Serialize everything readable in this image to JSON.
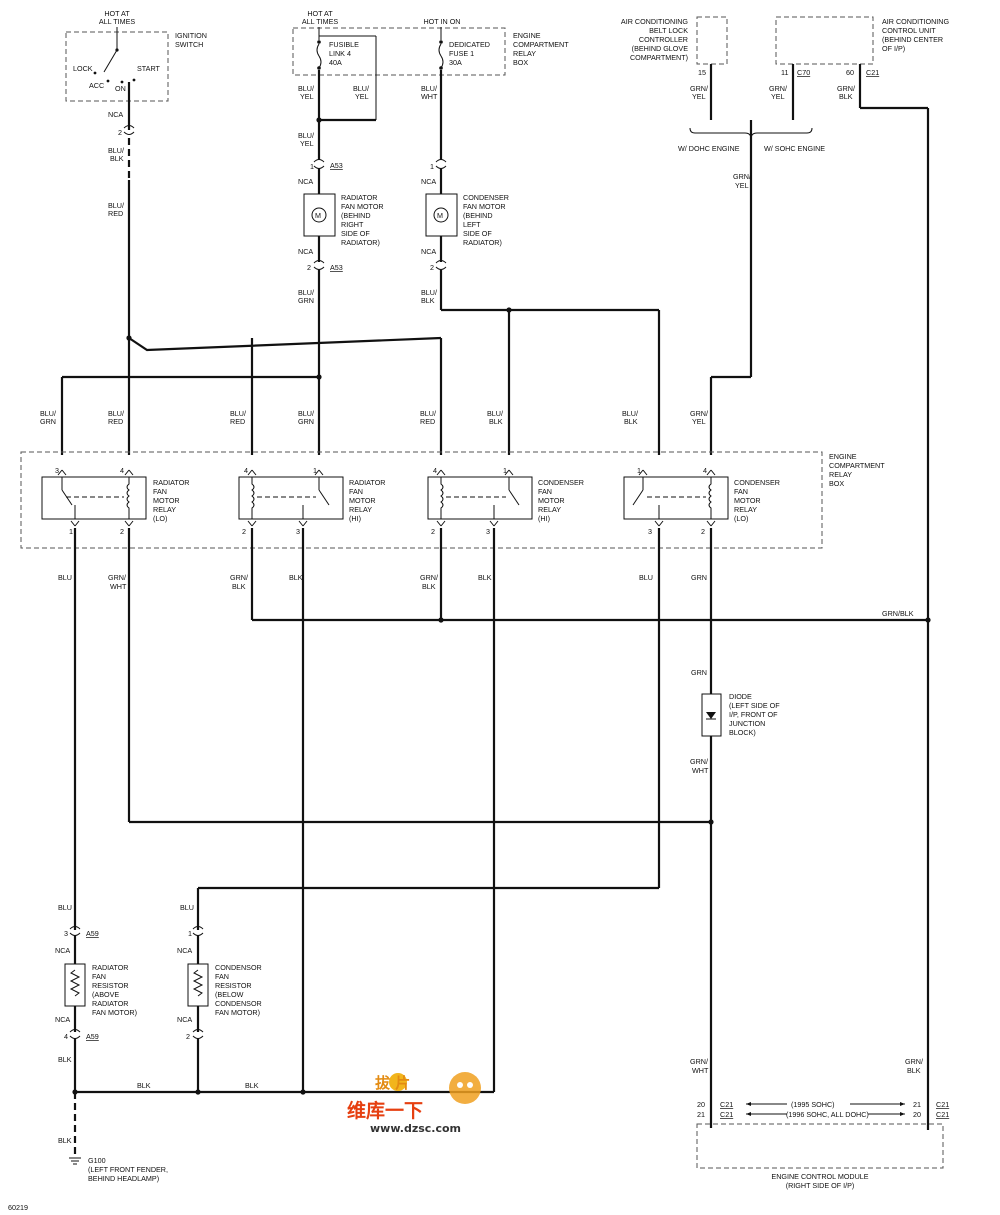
{
  "figure_id": "60219",
  "ignition": {
    "hot": [
      "HOT AT",
      "ALL TIMES"
    ],
    "name": [
      "IGNITION",
      "SWITCH"
    ],
    "lock": "LOCK",
    "acc": "ACC",
    "on": "ON",
    "start": "START"
  },
  "relay_box_top": {
    "hot_all": [
      "HOT AT",
      "ALL TIMES"
    ],
    "hot_on": "HOT IN ON",
    "fusible": [
      "FUSIBLE",
      "LINK 4",
      "40A"
    ],
    "fuse": [
      "DEDICATED",
      "FUSE 1",
      "30A"
    ],
    "name": [
      "ENGINE",
      "COMPARTMENT",
      "RELAY",
      "BOX"
    ]
  },
  "ac_belt": [
    "AIR CONDITIONING",
    "BELT LOCK",
    "CONTROLLER",
    "(BEHIND GLOVE",
    "COMPARTMENT)"
  ],
  "ac_ctrl": [
    "AIR CONDITIONING",
    "CONTROL UNIT",
    "(BEHIND CENTER",
    "OF I/P)"
  ],
  "engine_labels": {
    "dohc": "W/ DOHC ENGINE",
    "sohc": "W/ SOHC ENGINE"
  },
  "rad_motor": [
    "RADIATOR",
    "FAN MOTOR",
    "(BEHIND",
    "RIGHT",
    "SIDE OF",
    "RADIATOR)"
  ],
  "cond_motor": [
    "CONDENSER",
    "FAN MOTOR",
    "(BEHIND",
    "LEFT",
    "SIDE OF",
    "RADIATOR)"
  ],
  "relays": [
    {
      "name": [
        "RADIATOR",
        "FAN",
        "MOTOR",
        "RELAY",
        "(LO)"
      ]
    },
    {
      "name": [
        "RADIATOR",
        "FAN",
        "MOTOR",
        "RELAY",
        "(HI)"
      ]
    },
    {
      "name": [
        "CONDENSER",
        "FAN",
        "MOTOR",
        "RELAY",
        "(HI)"
      ]
    },
    {
      "name": [
        "CONDENSER",
        "FAN",
        "MOTOR",
        "RELAY",
        "(LO)"
      ]
    }
  ],
  "relay_box_mid": [
    "ENGINE",
    "COMPARTMENT",
    "RELAY",
    "BOX"
  ],
  "diode": [
    "DIODE",
    "(LEFT SIDE OF",
    "I/P, FRONT OF",
    "JUNCTION",
    "BLOCK)"
  ],
  "rad_resistor": [
    "RADIATOR",
    "FAN",
    "RESISTOR",
    "(ABOVE",
    "RADIATOR",
    "FAN MOTOR)"
  ],
  "cond_resistor": [
    "CONDENSOR",
    "FAN",
    "RESISTOR",
    "(BELOW",
    "CONDENSOR",
    "FAN MOTOR)"
  ],
  "ground": [
    "G100",
    "(LEFT FRONT FENDER,",
    "BEHIND HEADLAMP)"
  ],
  "ecm": {
    "name": [
      "ENGINE CONTROL MODULE",
      "(RIGHT SIDE OF I/P)"
    ],
    "row1": "(1995 SOHC)",
    "row2": "(1996 SOHC, ALL DOHC)",
    "conn": "C21"
  },
  "wires": {
    "nca": "NCA",
    "blu_blk": [
      "BLU/",
      "BLK"
    ],
    "blu_red": [
      "BLU/",
      "RED"
    ],
    "blu_yel": [
      "BLU/",
      "YEL"
    ],
    "blu_wht": [
      "BLU/",
      "WHT"
    ],
    "blu_grn": [
      "BLU/",
      "GRN"
    ],
    "grn_yel": [
      "GRN/",
      "YEL"
    ],
    "grn_blk": [
      "GRN/",
      "BLK"
    ],
    "grn_wht": [
      "GRN/",
      "WHT"
    ],
    "blu": "BLU",
    "blk": "BLK",
    "grn": "GRN",
    "grn_blk_h": "GRN/BLK"
  },
  "connectors": {
    "a53": "A53",
    "a59": "A59",
    "c70": "C70",
    "c21": "C21"
  },
  "watermark": {
    "brand": "维库一下",
    "site": "www.dzsc.com",
    "logo": "拔 片"
  }
}
